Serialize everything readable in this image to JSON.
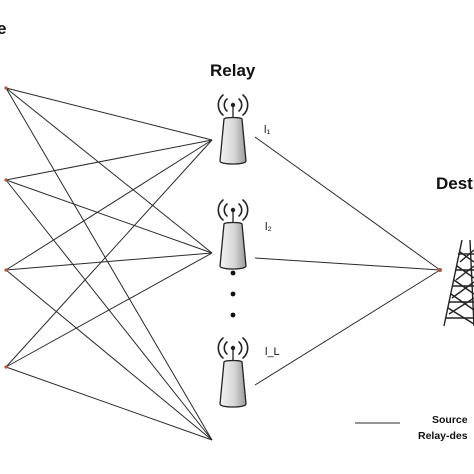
{
  "labels": {
    "source_partial": "e",
    "relay": "Relay",
    "destination_partial": "Dest",
    "relay_labels": [
      "l₁",
      "l₂",
      "l_L"
    ],
    "ellipsis": "⋮"
  },
  "legend": {
    "line1": "Source",
    "line2": "Relay-des"
  },
  "icons": {
    "relay_node": "antenna-tower-icon",
    "destination_node": "lattice-tower-icon",
    "wireless_signal": "signal-waves-icon"
  },
  "colors": {
    "line": "#2b2b2b",
    "node_dot": "#b5563a"
  }
}
